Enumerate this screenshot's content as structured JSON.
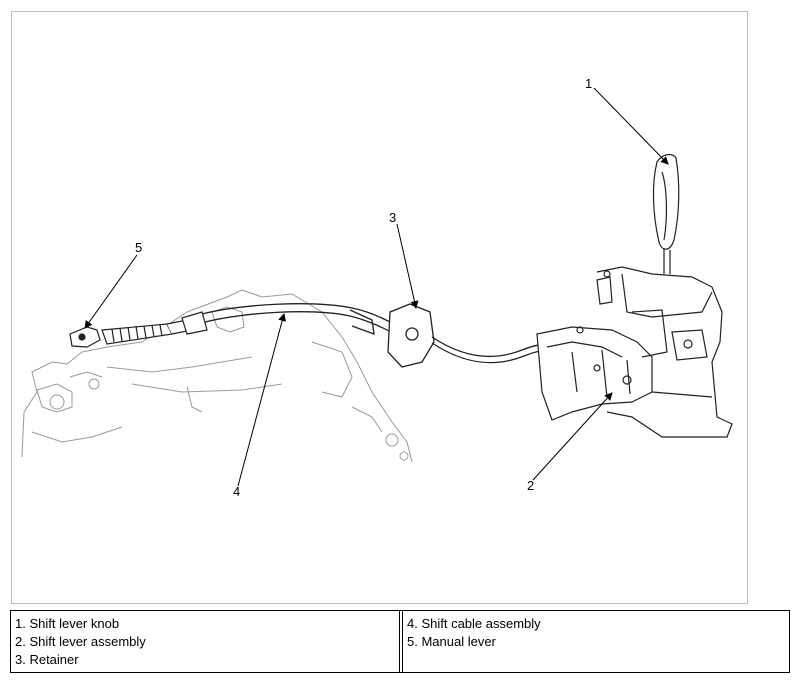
{
  "callouts": {
    "c1": "1",
    "c2": "2",
    "c3": "3",
    "c4": "4",
    "c5": "5"
  },
  "legend": {
    "left": [
      "1. Shift lever knob",
      "2. Shift lever assembly",
      "3. Retainer"
    ],
    "right": [
      "4. Shift cable assembly",
      "5. Manual lever"
    ]
  },
  "icons": [
    "shift-lever-assembly-drawing",
    "shift-cable-drawing",
    "transmission-case-drawing"
  ]
}
